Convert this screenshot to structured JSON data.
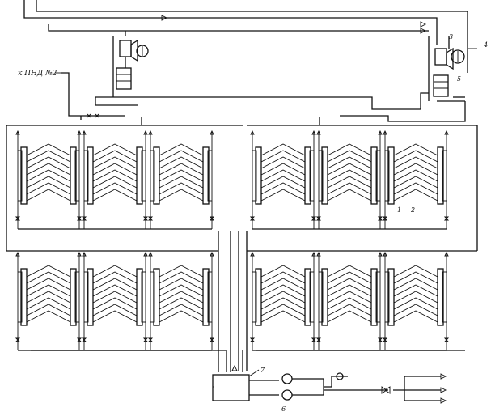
{
  "figure": {
    "caption_pnd": "к ПНД №2",
    "labels": {
      "l1": "1",
      "l2": "2",
      "l3": "3",
      "l4": "4",
      "l5": "5",
      "l6": "6",
      "l7": "7"
    },
    "sections": [
      {
        "id": "upper-left",
        "cells": 3
      },
      {
        "id": "upper-right",
        "cells": 3
      },
      {
        "id": "lower-left",
        "cells": 3
      },
      {
        "id": "lower-right",
        "cells": 3
      }
    ],
    "colors": {
      "line": "#111111",
      "background": "#ffffff"
    }
  }
}
